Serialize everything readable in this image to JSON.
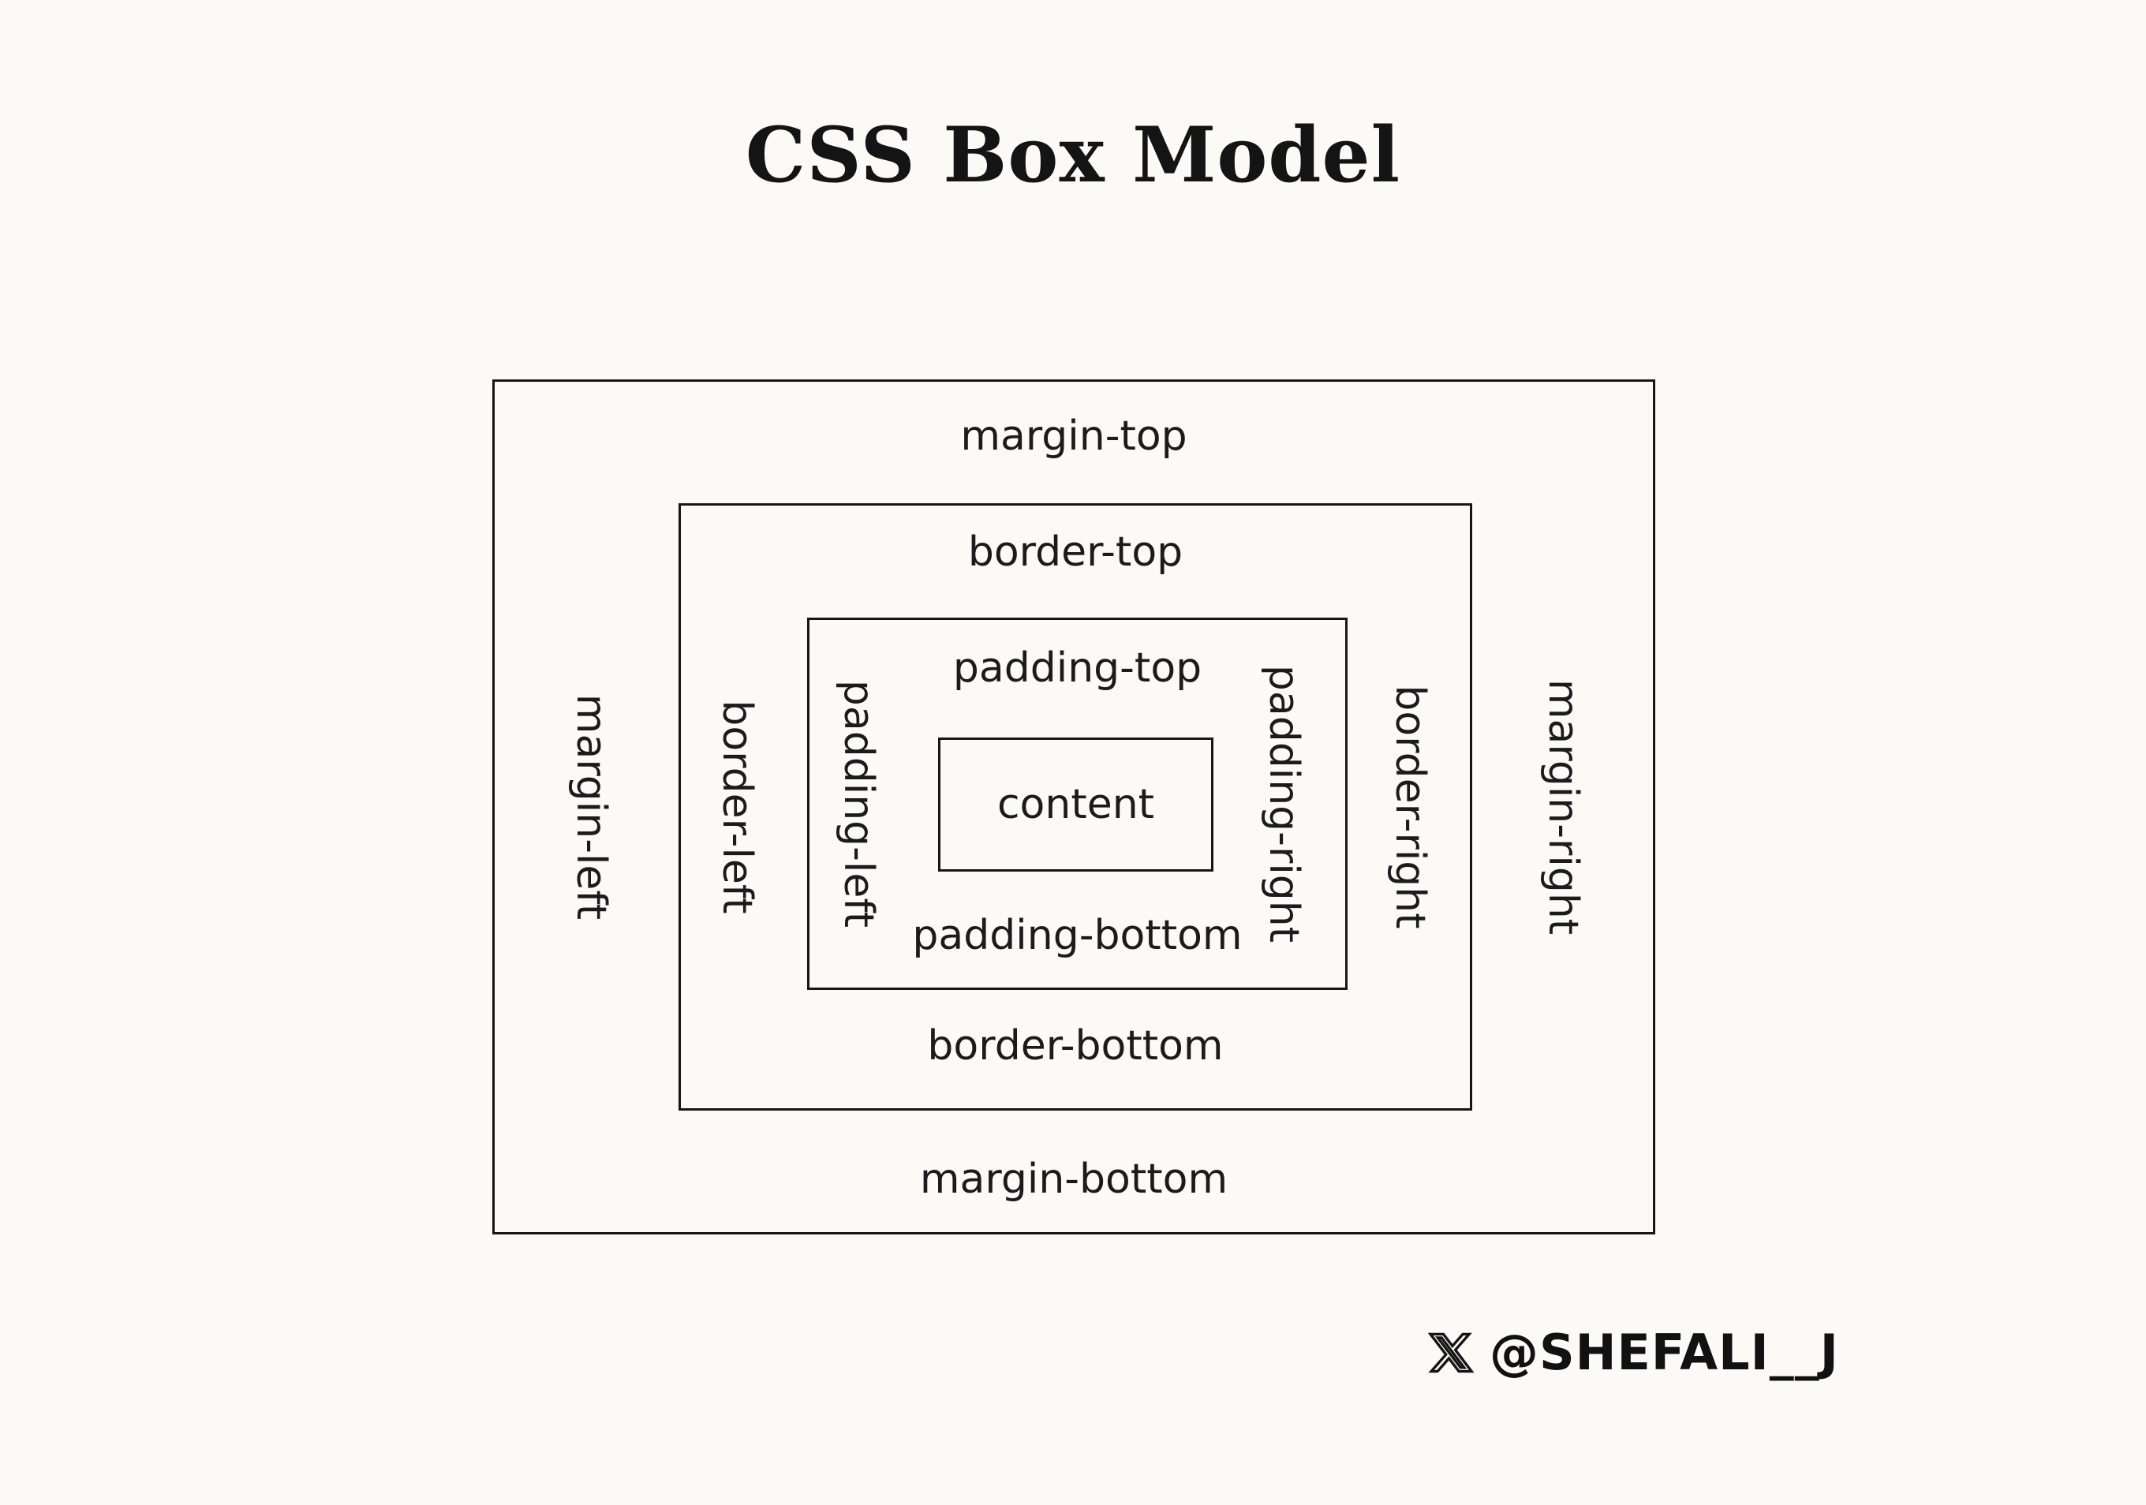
{
  "title": "CSS Box Model",
  "boxes": {
    "margin": {
      "top_label": "margin-top",
      "bottom_label": "margin-bottom",
      "left_label": "margin-left",
      "right_label": "margin-right"
    },
    "border": {
      "top_label": "border-top",
      "bottom_label": "border-bottom",
      "left_label": "border-left",
      "right_label": "border-right"
    },
    "padding": {
      "top_label": "padding-top",
      "bottom_label": "padding-bottom",
      "left_label": "padding-left",
      "right_label": "padding-right"
    },
    "content_label": "content"
  },
  "credit": {
    "icon": "x-logo",
    "handle": "@SHEFALI__J"
  },
  "colors": {
    "background": "#FCFAF6",
    "line": "#161616",
    "text": "#1B1B1B"
  }
}
